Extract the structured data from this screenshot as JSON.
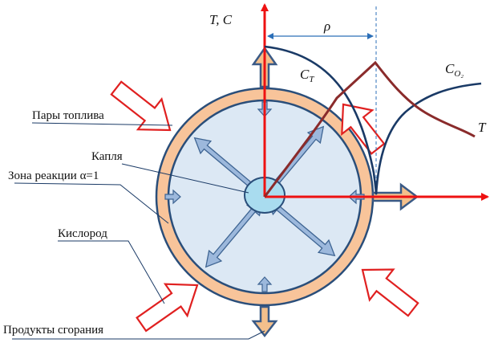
{
  "labels": {
    "fuel_vapor": "Пары топлива",
    "droplet": "Капля",
    "reaction_zone": "Зона реакции α=1",
    "oxygen": "Кислород",
    "combustion_products": "Продукты сгорания"
  },
  "axis": {
    "y_label": "T, C",
    "rho": "ρ",
    "ct_main": "C",
    "ct_sub": "T",
    "co2_main": "C",
    "co2_sub": "O₂",
    "t_curve": "T"
  },
  "colors": {
    "axis_red": "#ee1111",
    "arrow_red": "#e02020",
    "ring_orange": "#f8c49a",
    "ring_stroke": "#2a4e7a",
    "inner_fill": "#dce8f4",
    "droplet_fill": "#a9dcef",
    "spoke_fill": "#9cb8dc",
    "spoke_stroke": "#3f6593",
    "flow_orange": "#f3c08c",
    "flow_stroke": "#3a5a86",
    "curve_ct": "#1a3a66",
    "curve_t": "#8a2b2b",
    "dim_blue": "#2c6fb8"
  }
}
